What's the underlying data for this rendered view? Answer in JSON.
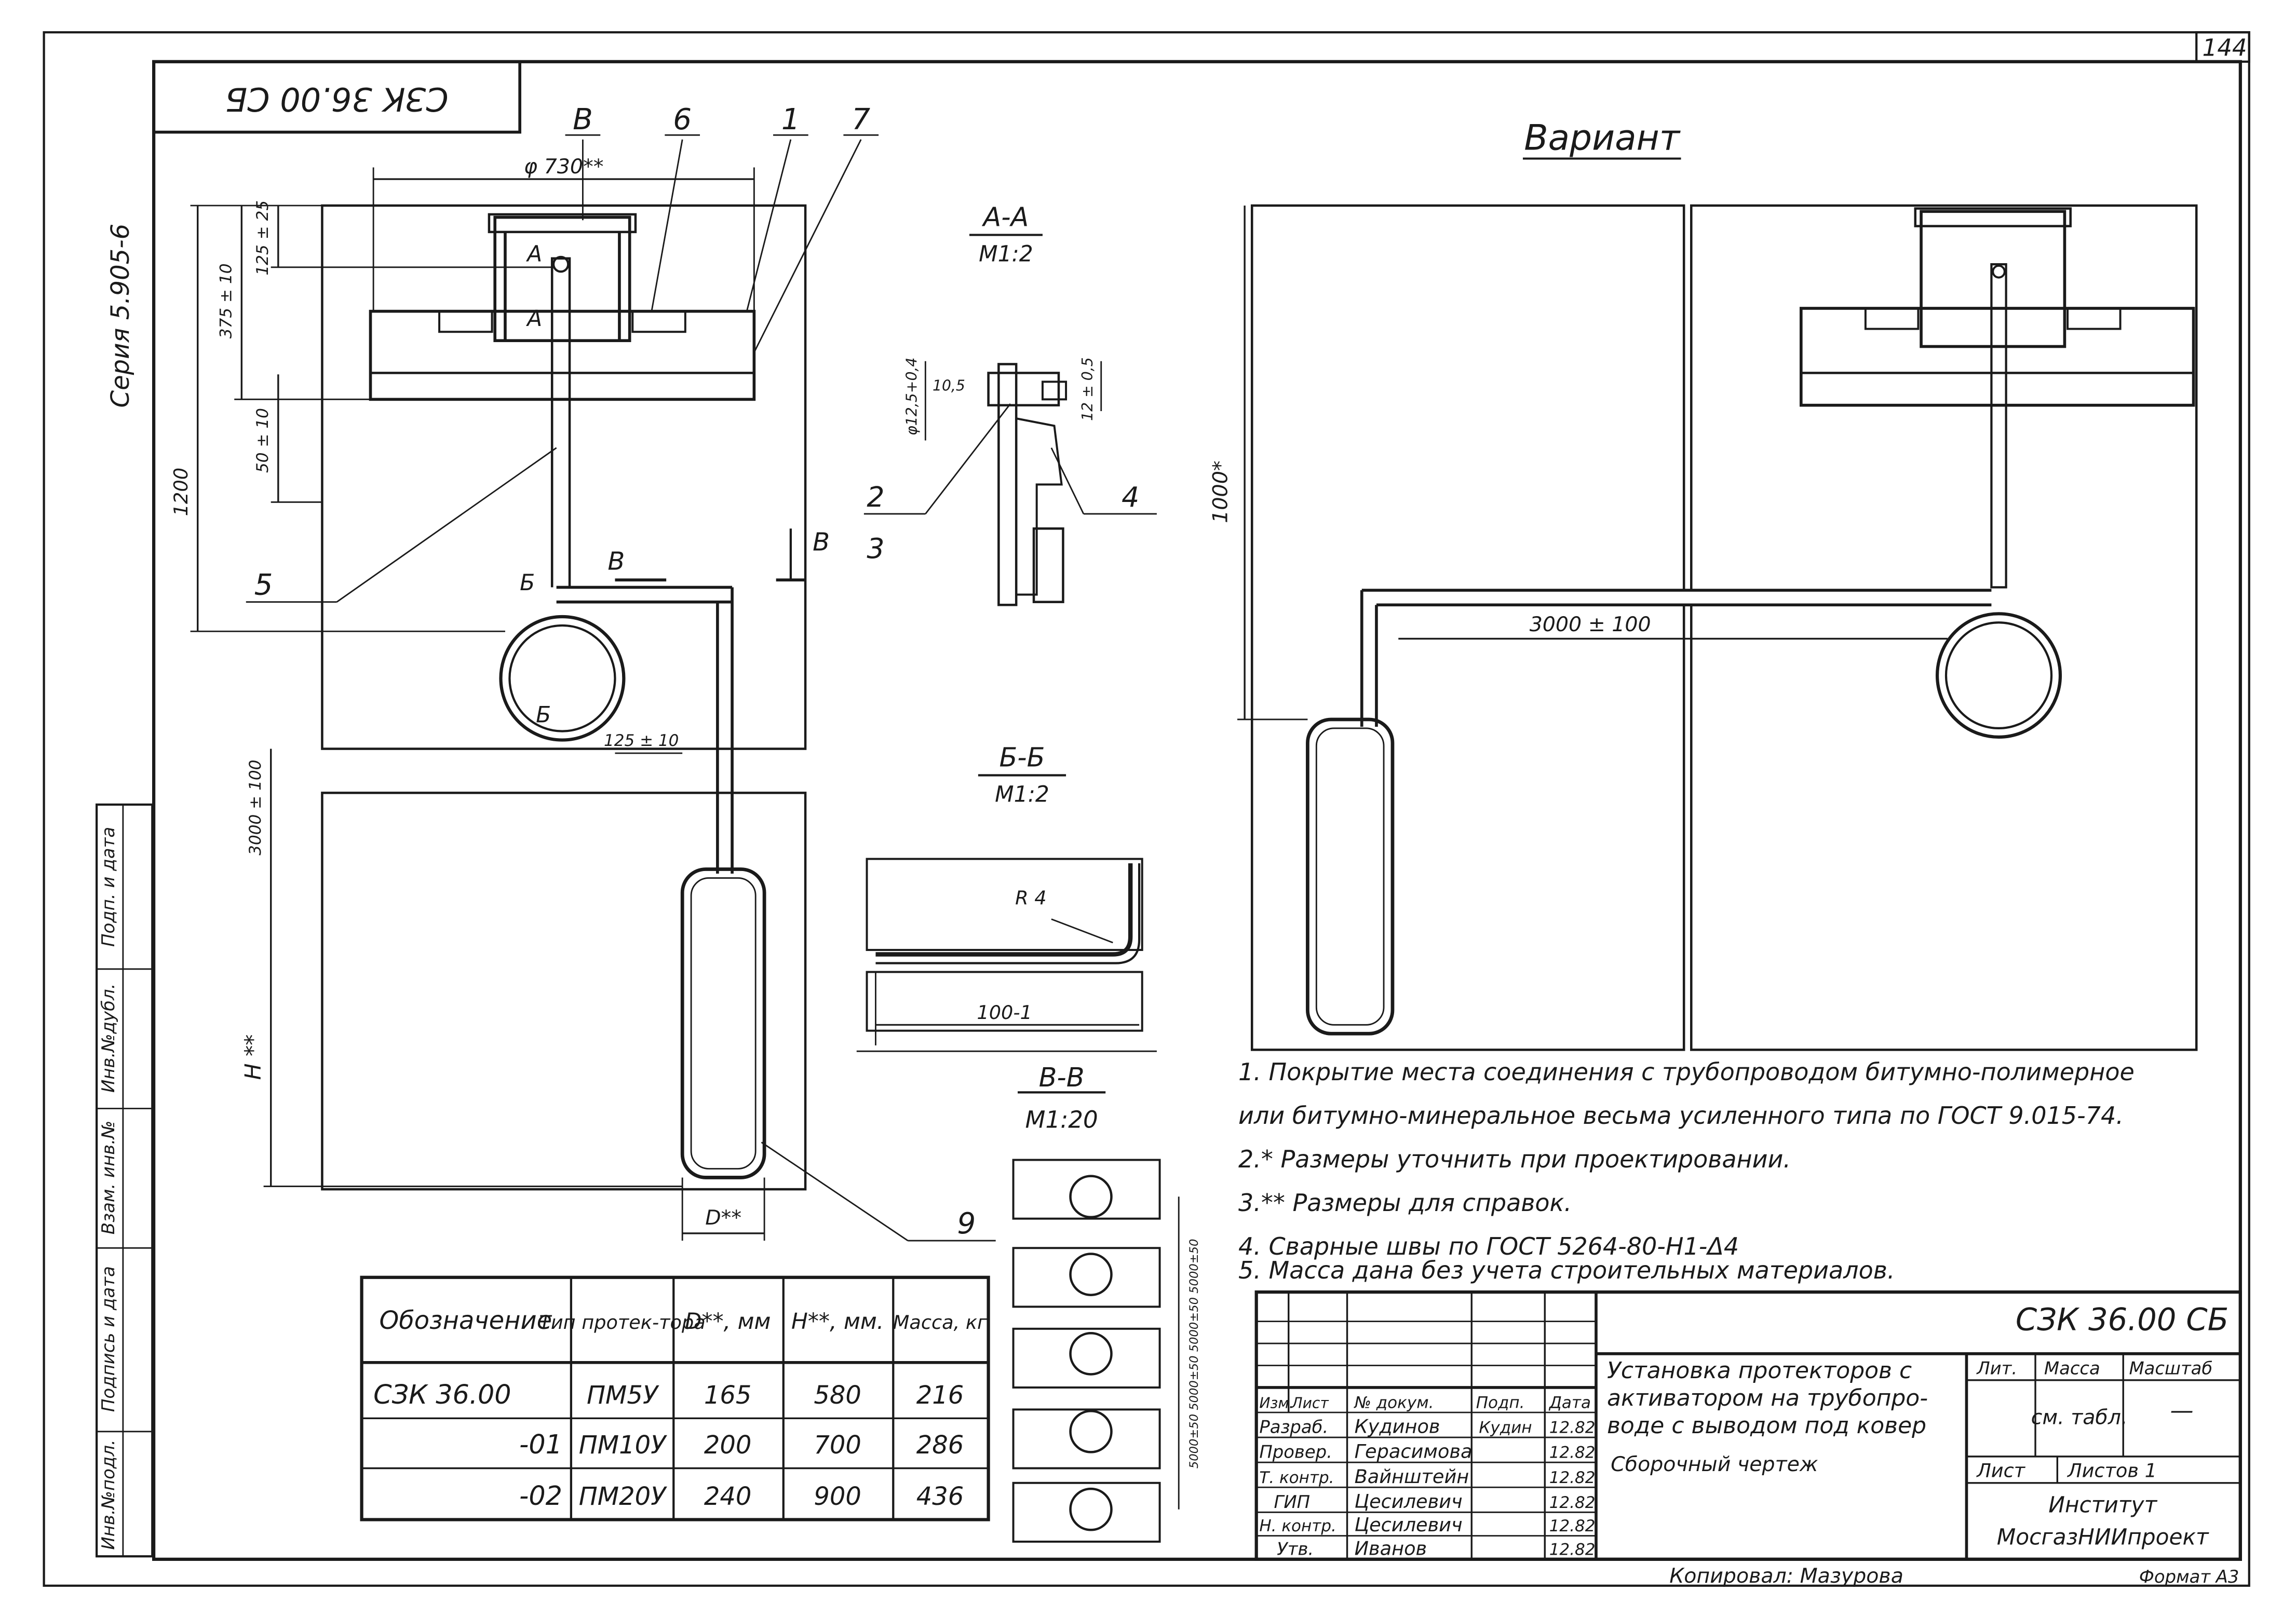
{
  "page_number": "144",
  "series": "Серия 5.905-6",
  "code_inverted": "СЗК 36.00 СБ",
  "variant_title": "Вариант",
  "callouts": [
    "В",
    "6",
    "1",
    "7",
    "2",
    "3",
    "4",
    "5",
    "9",
    "А",
    "А",
    "Б",
    "Б",
    "В",
    "В"
  ],
  "sections": {
    "aa": {
      "title": "А-А",
      "scale": "М1:2"
    },
    "bb": {
      "title": "Б-Б",
      "scale": "М1:2"
    },
    "vv": {
      "title": "В-В",
      "scale": "М1:20"
    }
  },
  "dims": {
    "phi730": "φ 730**",
    "d375": "375 ± 10",
    "d125a": "125 ± 25",
    "d50": "50 ± 10",
    "d1200": "1200",
    "d125b": "125 ± 10",
    "d3000l": "3000 ± 100",
    "H": "H **",
    "D": "D**",
    "d1000": "1000*",
    "d3000r": "3000 ± 100",
    "phi12": "φ12,5+0,4",
    "d12": "12 ± 0,5",
    "d105": "10,5",
    "R4": "R 4",
    "d100": "100-1",
    "vv_side": "5000±50 5000±50 5000±50 5000±50"
  },
  "notes": [
    "1. Покрытие места соединения с трубопроводом битумно-полимерное",
    "или битумно-минеральное весьма усиленного типа по ГОСТ 9.015-74.",
    "2.* Размеры уточнить при проектировании.",
    "3.** Размеры для справок.",
    "4. Сварные швы по ГОСТ 5264-80-Н1-Δ4",
    "5. Масса дана без учета строительных материалов."
  ],
  "table": {
    "headers": [
      "Обозначение",
      "Тип протек-тора",
      "D**, мм",
      "H**, мм.",
      "Масса, кг"
    ],
    "rows": [
      [
        "СЗК 36.00",
        "ПМ5У",
        "165",
        "580",
        "216"
      ],
      [
        "-01",
        "ПМ10У",
        "200",
        "700",
        "286"
      ],
      [
        "-02",
        "ПМ20У",
        "240",
        "900",
        "436"
      ]
    ]
  },
  "side_stamp": [
    "Инв.№подл.",
    "Подпись и дата",
    "Взам. инв.№",
    "Инв.№дубл.",
    "Подп. и дата"
  ],
  "title_block": {
    "code": "СЗК 36.00 СБ",
    "title_lines": [
      "Установка протекторов с",
      "активатором на трубопро-",
      "воде с выводом под ковер"
    ],
    "doc_type": "Сборочный чертеж",
    "col_headers": [
      "Изм.",
      "Лист",
      "№ докум.",
      "Подп.",
      "Дата"
    ],
    "staff": [
      {
        "role": "Разраб.",
        "name": "Кудинов",
        "sign": "Кудин",
        "date": "12.82"
      },
      {
        "role": "Провер.",
        "name": "Герасимова",
        "sign": "",
        "date": "12.82"
      },
      {
        "role": "Т. контр.",
        "name": "Вайнштейн",
        "sign": "",
        "date": "12.82"
      },
      {
        "role": "ГИП",
        "name": "Цесилевич",
        "sign": "",
        "date": "12.82"
      },
      {
        "role": "Н. контр.",
        "name": "Цесилевич",
        "sign": "",
        "date": "12.82"
      },
      {
        "role": "Утв.",
        "name": "Иванов",
        "sign": "",
        "date": "12.82"
      }
    ],
    "lit_label": "Лит.",
    "mass_label": "Масса",
    "scale_label": "Масштаб",
    "mass_value": "см. табл.",
    "scale_value": "—",
    "sheet_label": "Лист",
    "sheets_label": "Листов 1",
    "org1": "Институт",
    "org2": "МосгазНИИпроект"
  },
  "copied": "Копировал: Мазурова",
  "format": "Формат А3"
}
